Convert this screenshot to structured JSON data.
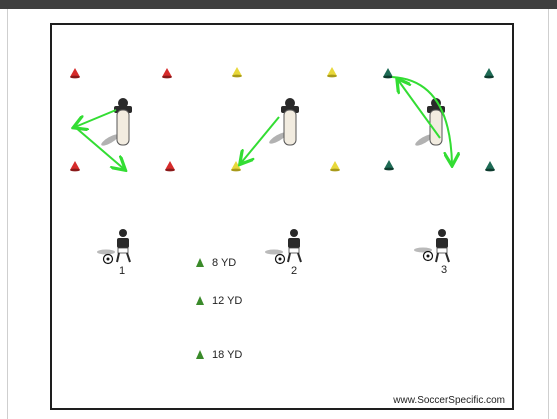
{
  "colors": {
    "red_cone": "#d62b2b",
    "yellow_cone": "#e8d83a",
    "teal_cone": "#1e6b55",
    "green_cone": "#3a8a2a",
    "arrow": "#33dd33",
    "frame": "#1e1e1e"
  },
  "icons": {
    "cone": "cone-icon",
    "player": "player-icon",
    "ball": "soccer-ball-icon",
    "dummy": "mannequin-icon",
    "arrow": "arrow-icon"
  },
  "groups": [
    {
      "label": "1",
      "cone_color": "red"
    },
    {
      "label": "2",
      "cone_color": "yellow"
    },
    {
      "label": "3",
      "cone_color": "teal"
    }
  ],
  "distances": [
    "8 YD",
    "12 YD",
    "18 YD"
  ],
  "credit": "www.SoccerSpecific.com"
}
